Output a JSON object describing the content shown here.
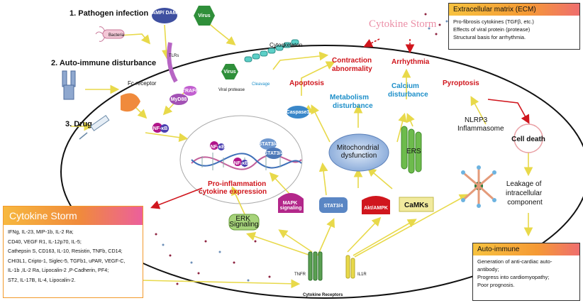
{
  "left": {
    "pathogen": "1. Pathogen infection",
    "autoimmune": "2. Auto-immune disturbance",
    "drug": "3. Drug",
    "bacteria": "Bacteria",
    "pamp": "PAMP/ DAMP",
    "virus_top": "Virus",
    "tlrs": "TLRs",
    "fc_receptor": "Fc receptor",
    "myd88": "MyD88",
    "traf6": "TRAF6",
    "nfkb": "NF-κB",
    "virus_small": "Virus",
    "viral_protease": "Viral protease",
    "cleavage": "Cleavage",
    "cytoskeleton": "Cytoskeleton"
  },
  "center": {
    "apoptosis": "Apoptosis",
    "caspase": "Caspase3",
    "contraction": "Contraction abnormality",
    "metabolism": "Metabolism disturbance",
    "arrhythmia": "Arrhythmia",
    "calcium": "Calcium disturbance",
    "pyroptosis": "Pyroptosis",
    "mito": "Mitochondrial dysfunction",
    "ers": "ERS",
    "nlrp3": "NLRP3 Inflammasome",
    "cell_death": "Cell death",
    "leakage": "Leakage of intracellular component",
    "cytokine_storm_title": "Cytokine Storm",
    "nfkb1": "NF-κB",
    "nfkb2": "NF-κB",
    "stat1": "STAT3/4",
    "stat2": "STAT3/4",
    "pro_inflam": "Pro-inflammation cytokine expression",
    "mapk": "MAPK signaling",
    "stat34": "STAT3/4",
    "akt": "Akt/AMPK",
    "camks": "CaMKs",
    "erk": "ERK Signaling",
    "tnfr": "TNFR",
    "il1r": "IL1R",
    "receptors": "Cytokine Receptors"
  },
  "ecm_box": {
    "title": "Extracellular matrix (ECM)",
    "lines": [
      "Pro-fibrosis cytokines (TGFβ, etc.)",
      "Effects of viral protein (protease)",
      "Structural basis for arrhythmia."
    ]
  },
  "storm_box": {
    "title": "Cytokine Storm",
    "lines": [
      "IFNg, IL-23, MIP-1b, IL-2 Ra;",
      "CD40, VEGF R1, IL-12p70, IL-5;",
      "Cathepsin S, CD163, IL-10, Resistin, TNFb, CD14;",
      "CHI3L1, Cripto-1, Siglec-5, TGFb1, uPAR, VEGF-C,",
      "IL-1b ,IL-2 Ra, Lipocalin-2 ,P-Cadherin, PF4;",
      "ST2, IL-17B, IL-4, Lipocalin-2."
    ]
  },
  "auto_box": {
    "title": "Auto-immune",
    "lines": [
      "Generation of anti-cardiac auto-",
      "antibody;",
      "Progress into cardiomyopathy;",
      "Poor prognosis."
    ]
  }
}
